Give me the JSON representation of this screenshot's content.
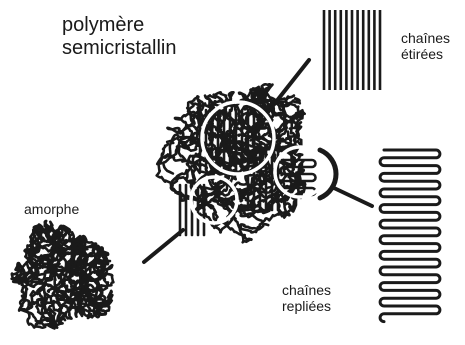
{
  "labels": {
    "title_line1": "polymère",
    "title_line2": "semicristallin",
    "amorphous": "amorphe",
    "stretched_line1": "chaînes",
    "stretched_line2": "étirées",
    "folded_line1": "chaînes",
    "folded_line2": "repliées"
  },
  "colors": {
    "ink": "#1a1a1a",
    "background": "#ffffff",
    "highlight_circle": "#ffffff"
  }
}
